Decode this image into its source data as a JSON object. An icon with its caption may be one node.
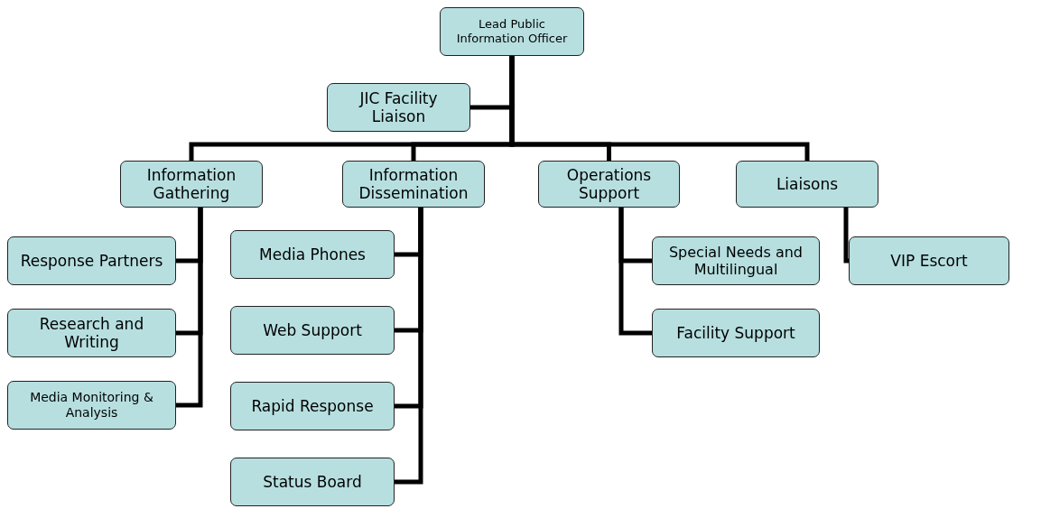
{
  "diagram": {
    "nodes": [
      {
        "text": [
          "Lead Public Information Officer"
        ]
      },
      {
        "text": [
          "JIC Facility Liaison"
        ]
      },
      {
        "text": [
          "Information Gathering"
        ]
      },
      {
        "text": [
          "Information Dissemination"
        ]
      },
      {
        "text": [
          "Operations Support"
        ]
      },
      {
        "text": [
          "Liaisons"
        ]
      },
      {
        "text": [
          "Response Partners"
        ]
      },
      {
        "text": [
          "Research and Writing"
        ]
      },
      {
        "text": [
          "Media Monitoring & Analysis"
        ]
      },
      {
        "text": [
          "Media Phones"
        ]
      },
      {
        "text": [
          "Web Support"
        ]
      },
      {
        "text": [
          "Rapid Response"
        ]
      },
      {
        "text": [
          "Status Board"
        ]
      },
      {
        "text": [
          "Special Needs and Multilingual"
        ]
      },
      {
        "text": [
          "Facility Support"
        ]
      },
      {
        "text": [
          "VIP Escort"
        ]
      }
    ],
    "edges": [
      {
        "from": 0,
        "to": 1,
        "arrow": "none"
      },
      {
        "from": 0,
        "to": 2,
        "arrow": "none"
      },
      {
        "from": 0,
        "to": 3,
        "arrow": "none"
      },
      {
        "from": 0,
        "to": 4,
        "arrow": "none"
      },
      {
        "from": 0,
        "to": 5,
        "arrow": "none"
      },
      {
        "from": 2,
        "to": 6,
        "arrow": "none"
      },
      {
        "from": 2,
        "to": 7,
        "arrow": "none"
      },
      {
        "from": 2,
        "to": 8,
        "arrow": "none"
      },
      {
        "from": 3,
        "to": 9,
        "arrow": "none"
      },
      {
        "from": 3,
        "to": 10,
        "arrow": "none"
      },
      {
        "from": 3,
        "to": 11,
        "arrow": "none"
      },
      {
        "from": 3,
        "to": 12,
        "arrow": "none"
      },
      {
        "from": 4,
        "to": 13,
        "arrow": "none"
      },
      {
        "from": 4,
        "to": 14,
        "arrow": "none"
      },
      {
        "from": 5,
        "to": 15,
        "arrow": "none"
      }
    ]
  }
}
